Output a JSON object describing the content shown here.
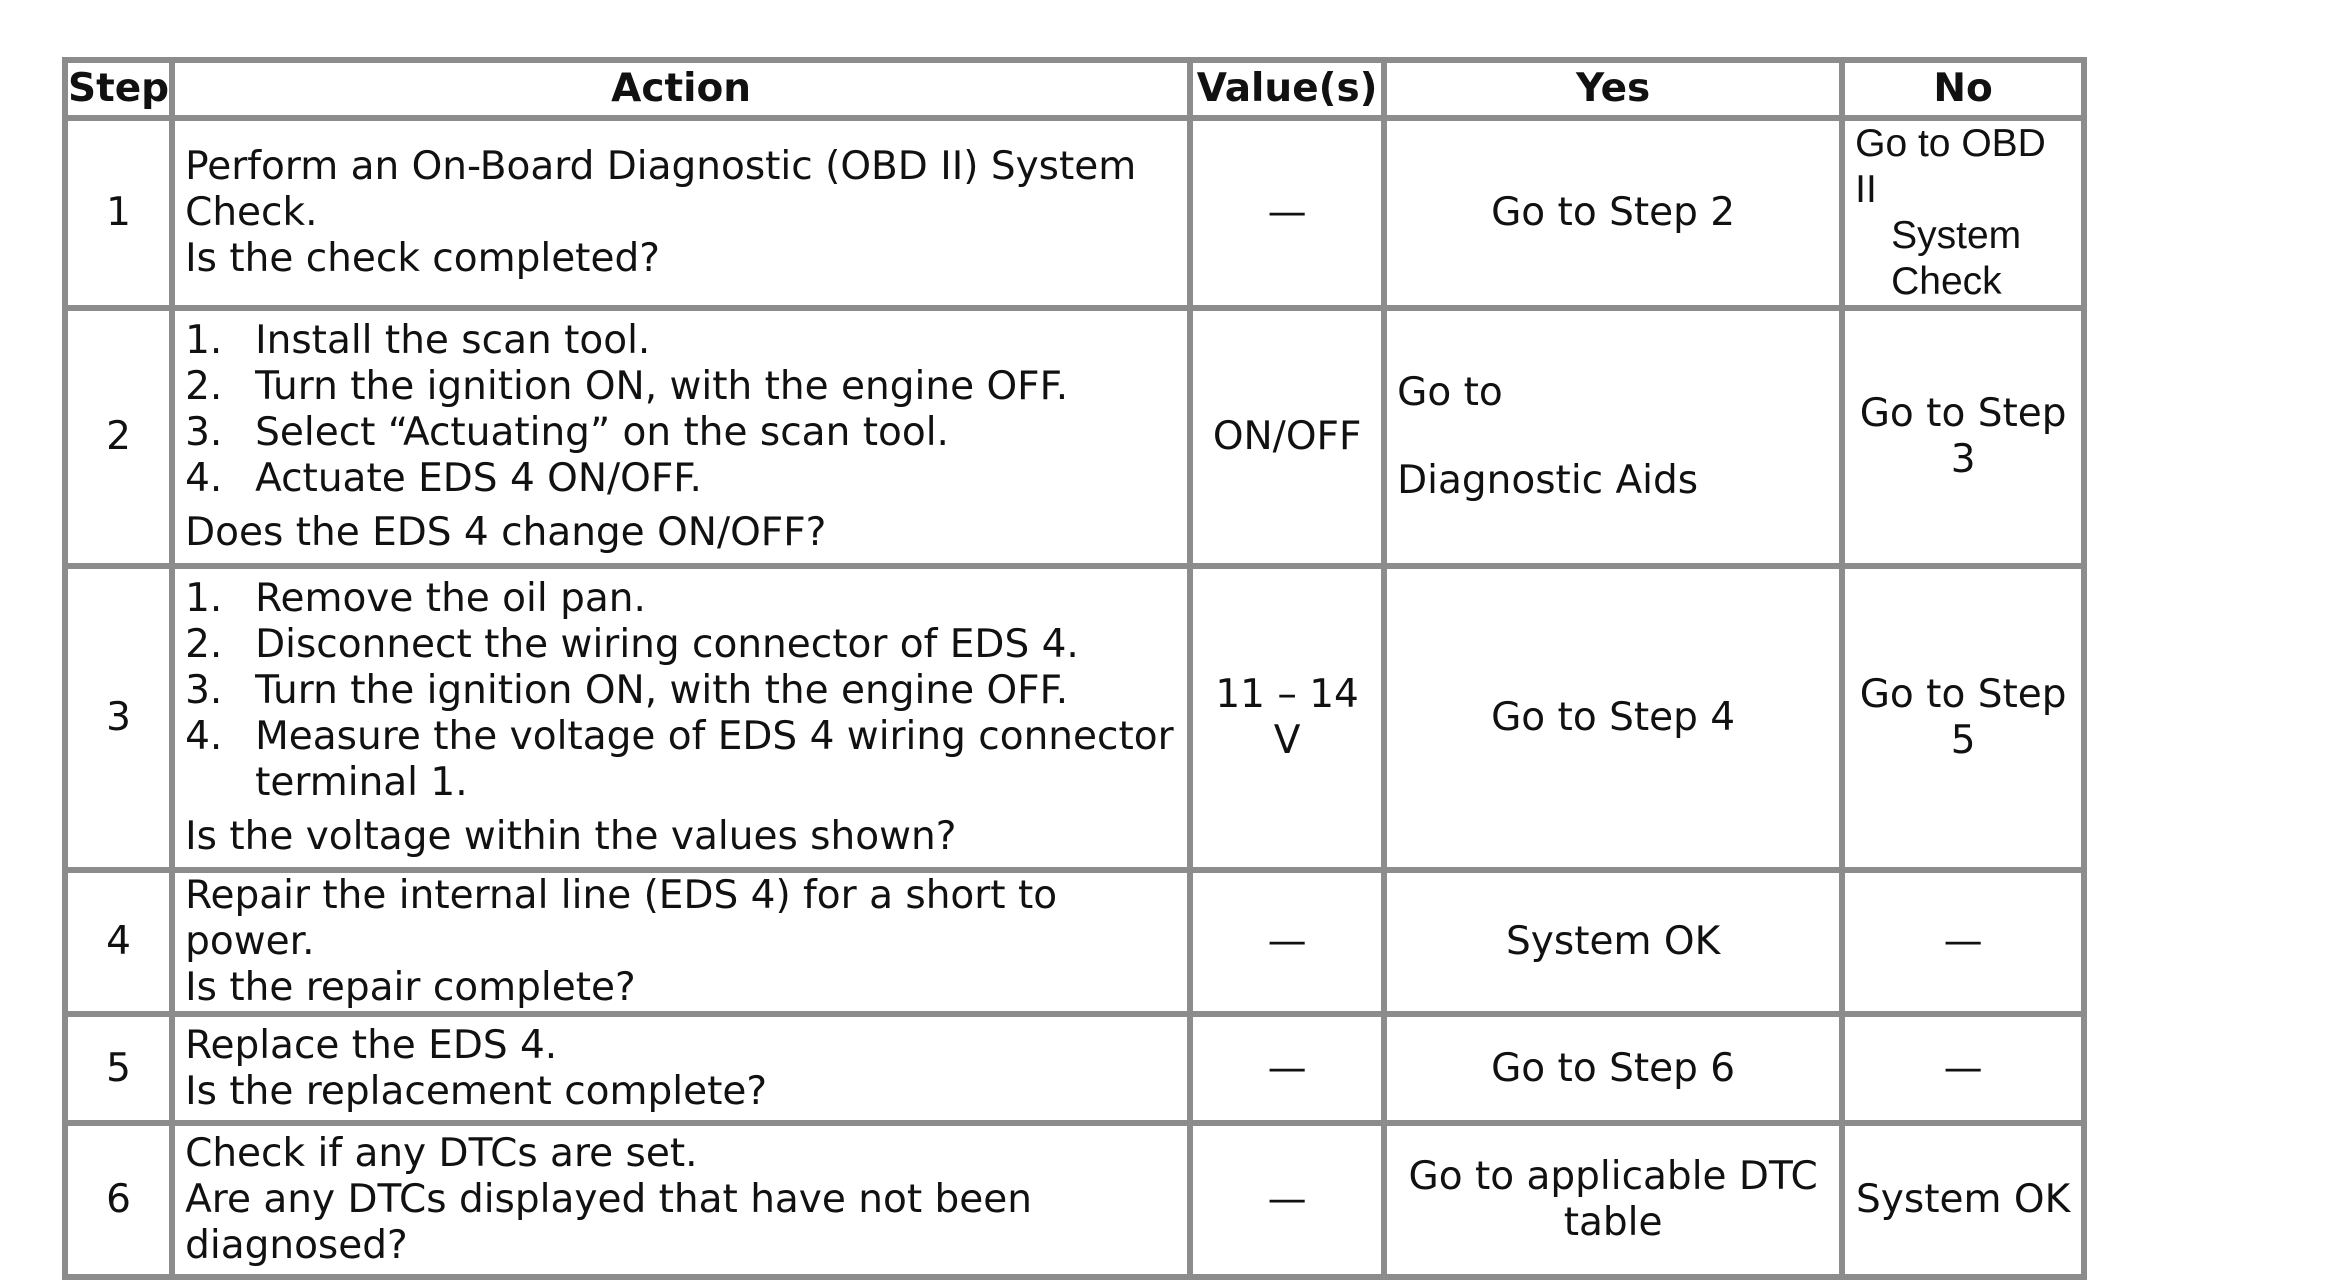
{
  "table": {
    "headers": {
      "step": "Step",
      "action": "Action",
      "values": "Value(s)",
      "yes": "Yes",
      "no": "No"
    },
    "rows": [
      {
        "step": "1",
        "action_lines": [
          "Perform an On-Board Diagnostic (OBD II) System",
          "Check.",
          "Is the check completed?"
        ],
        "value": "—",
        "yes": "Go to Step 2",
        "no_lines": [
          "Go to OBD II",
          "System",
          "Check"
        ]
      },
      {
        "step": "2",
        "steps": [
          {
            "num": "1.",
            "text": "Install the scan tool."
          },
          {
            "num": "2.",
            "text": "Turn the ignition ON, with the engine OFF."
          },
          {
            "num": "3.",
            "text": "Select “Actuating” on the scan tool."
          },
          {
            "num": "4.",
            "text": "Actuate EDS 4 ON/OFF."
          }
        ],
        "question": "Does the EDS 4 change ON/OFF?",
        "value": "ON/OFF",
        "yes_lines": [
          "Go to",
          "Diagnostic Aids"
        ],
        "no_lines": [
          "Go to Step",
          "3"
        ]
      },
      {
        "step": "3",
        "steps": [
          {
            "num": "1.",
            "text": "Remove the oil pan."
          },
          {
            "num": "2.",
            "text": "Disconnect the wiring connector of EDS 4."
          },
          {
            "num": "3.",
            "text": "Turn the ignition ON, with the engine OFF."
          },
          {
            "num": "4.",
            "text": "Measure the voltage of EDS 4 wiring connector terminal 1."
          }
        ],
        "question": "Is the voltage within the values shown?",
        "value_lines": [
          "11 – 14",
          "V"
        ],
        "yes": "Go to Step 4",
        "no_lines": [
          "Go to Step",
          "5"
        ]
      },
      {
        "step": "4",
        "action_lines": [
          "Repair the internal line (EDS 4) for a short to power.",
          "Is the repair complete?"
        ],
        "value": "—",
        "yes": "System OK",
        "no": "—"
      },
      {
        "step": "5",
        "action_lines": [
          "Replace the EDS 4.",
          "Is the replacement complete?"
        ],
        "value": "—",
        "yes": "Go to Step 6",
        "no": "—"
      },
      {
        "step": "6",
        "action_lines": [
          "Check if any DTCs are set.",
          "Are any DTCs displayed that have not been",
          "diagnosed?"
        ],
        "value": "—",
        "yes_lines": [
          "Go to applicable DTC",
          "table"
        ],
        "no": "System OK"
      }
    ]
  }
}
